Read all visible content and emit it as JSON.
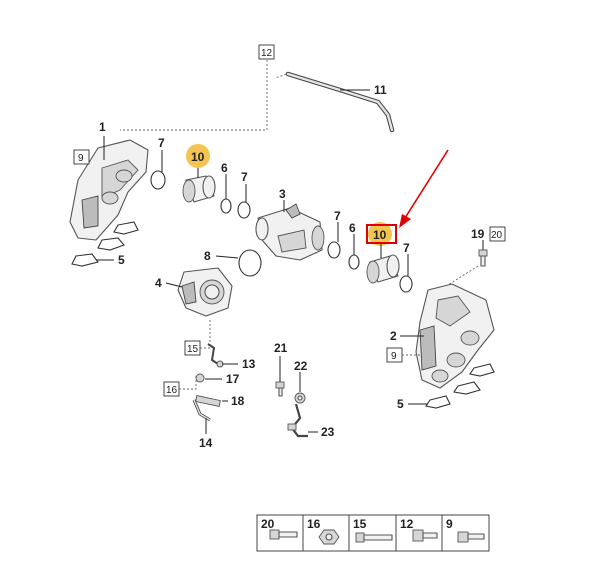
{
  "callouts": {
    "c1": "1",
    "c2": "2",
    "c3": "3",
    "c4": "4",
    "c5a": "5",
    "c5b": "5",
    "c6a": "6",
    "c6b": "6",
    "c7a": "7",
    "c7b": "7",
    "c7c": "7",
    "c7d": "7",
    "c8": "8",
    "c10a": "10",
    "c10b": "10",
    "c11": "11",
    "c13": "13",
    "c14": "14",
    "c17": "17",
    "c18": "18",
    "c19": "19",
    "c21": "21",
    "c22": "22",
    "c23": "23"
  },
  "boxed": {
    "b12": "12",
    "b9a": "9",
    "b9b": "9",
    "b15": "15",
    "b16": "16",
    "b20": "20"
  },
  "legend": {
    "items": [
      {
        "label": "20",
        "icon": "bolt-icon"
      },
      {
        "label": "16",
        "icon": "nut-icon"
      },
      {
        "label": "15",
        "icon": "long-bolt-icon"
      },
      {
        "label": "12",
        "icon": "flange-bolt-icon"
      },
      {
        "label": "9",
        "icon": "hex-bolt-icon"
      }
    ]
  },
  "colors": {
    "highlight": "#f2bf42",
    "selection": "#e00000"
  }
}
